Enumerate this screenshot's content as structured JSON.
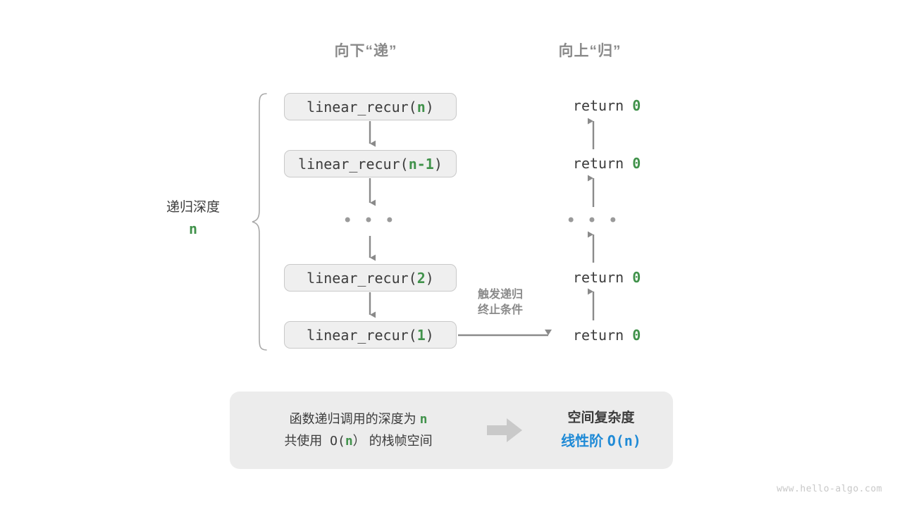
{
  "headers": {
    "down": "向下“递”",
    "up": "向上“归”"
  },
  "colors": {
    "green": "#41924b",
    "blue": "#1f8ad6",
    "gray_text": "#3c3c3c",
    "muted": "#8a8a8a",
    "box_fill": "#efefef",
    "panel_fill": "#ececec",
    "arrow": "#8a8a8a"
  },
  "call_stack": [
    {
      "prefix": "linear_recur(",
      "arg": "n",
      "suffix": ")"
    },
    {
      "prefix": "linear_recur(",
      "arg": "n-1",
      "suffix": ")"
    },
    {
      "prefix": "linear_recur(",
      "arg": "2",
      "suffix": ")"
    },
    {
      "prefix": "linear_recur(",
      "arg": "1",
      "suffix": ")"
    }
  ],
  "returns": [
    {
      "keyword": "return ",
      "value": "0"
    },
    {
      "keyword": "return ",
      "value": "0"
    },
    {
      "keyword": "return ",
      "value": "0"
    },
    {
      "keyword": "return ",
      "value": "0"
    }
  ],
  "ellipsis": "• • •",
  "depth_bracket": {
    "label": "递归深度",
    "value": "n"
  },
  "trigger_note": {
    "line1": "触发递归",
    "line2": "终止条件"
  },
  "summary": {
    "left_line1_prefix": "函数递归调用的深度为 ",
    "left_line1_value": "n",
    "left_line2_prefix": "共使用 O(",
    "left_line2_value": "n",
    "left_line2_suffix": "） 的栈帧空间",
    "arrow_icon": "right-block-arrow-icon",
    "right_title": "空间复杂度",
    "right_value_label": "线性阶 ",
    "right_value_formula": "O(n)"
  },
  "watermark": "www.hello-algo.com"
}
